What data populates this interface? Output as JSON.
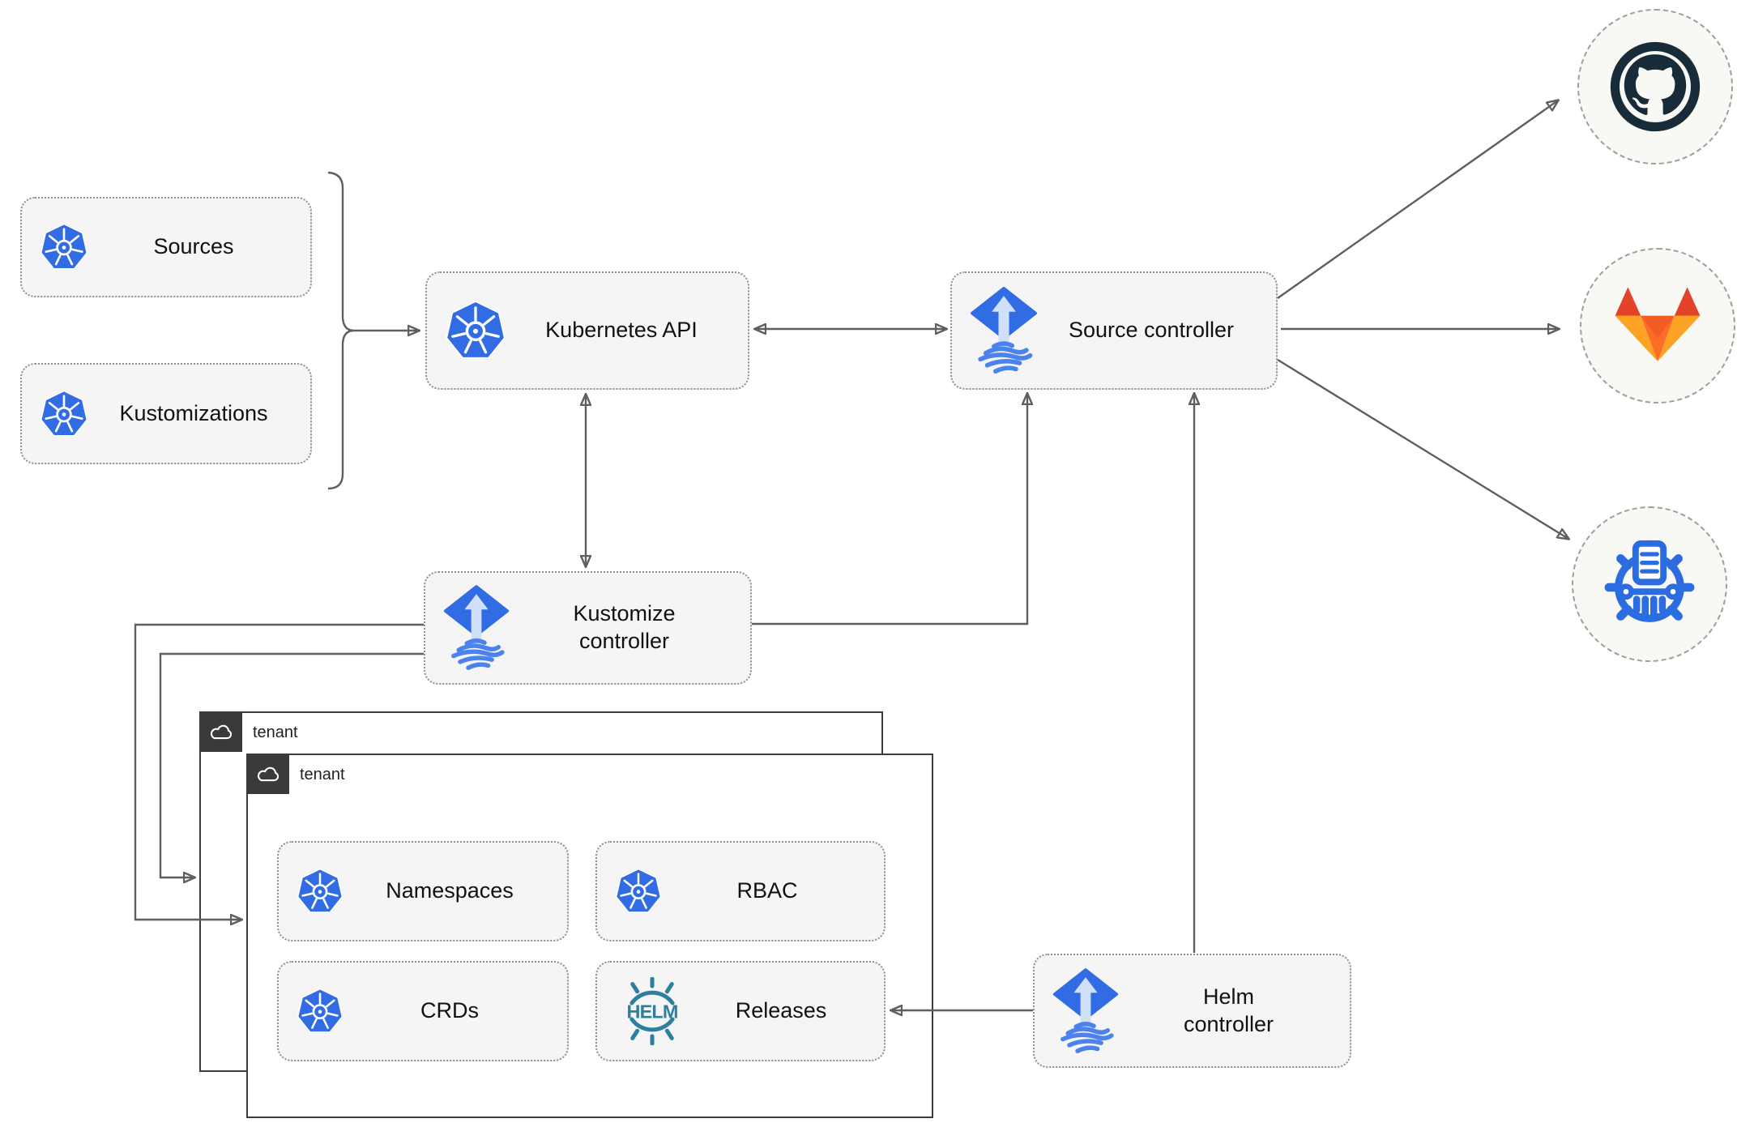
{
  "nodes": {
    "sources": {
      "label": "Sources"
    },
    "kustomizations": {
      "label": "Kustomizations"
    },
    "kubernetes_api": {
      "label": "Kubernetes API"
    },
    "source_controller": {
      "label": "Source controller"
    },
    "kustomize_controller": {
      "label": "Kustomize controller"
    },
    "helm_controller": {
      "label": "Helm controller"
    },
    "namespaces": {
      "label": "Namespaces"
    },
    "rbac": {
      "label": "RBAC"
    },
    "crds": {
      "label": "CRDs"
    },
    "releases": {
      "label": "Releases"
    }
  },
  "tenants": {
    "back": {
      "label": "tenant"
    },
    "front": {
      "label": "tenant"
    }
  },
  "logos": {
    "helm_text": "HELM"
  },
  "icons": [
    "kubernetes-icon",
    "flux-icon",
    "helm-icon",
    "cloud-icon",
    "github-icon",
    "gitlab-icon",
    "helm-repository-icon"
  ],
  "colors": {
    "kubernetes_blue": "#326ce5",
    "flux_blue": "#316ce4",
    "flux_light_arrow": "#cfe0f8",
    "helm_teal": "#2e7f9e",
    "github_dark": "#182b38",
    "gitlab_red": "#e24329",
    "gitlab_orange": "#fc6d26",
    "gitlab_light_orange": "#fca326",
    "registry_blue": "#2b6de0",
    "connector_gray": "#5f5f5f",
    "node_background": "#f5f5f5",
    "tenant_tab_dark": "#3a3a3a"
  },
  "edges": [
    {
      "from": "sources-kustomizations-group",
      "to": "kubernetes-api",
      "bidirectional": false
    },
    {
      "from": "kubernetes-api",
      "to": "source-controller",
      "bidirectional": true
    },
    {
      "from": "kubernetes-api",
      "to": "kustomize-controller",
      "bidirectional": true
    },
    {
      "from": "kustomize-controller",
      "to": "source-controller",
      "bidirectional": false
    },
    {
      "from": "kustomize-controller",
      "to": "tenant-front",
      "bidirectional": false
    },
    {
      "from": "kustomize-controller",
      "to": "tenant-back",
      "bidirectional": false
    },
    {
      "from": "helm-controller",
      "to": "source-controller",
      "bidirectional": false
    },
    {
      "from": "helm-controller",
      "to": "releases",
      "bidirectional": false
    },
    {
      "from": "source-controller",
      "to": "github",
      "bidirectional": false
    },
    {
      "from": "source-controller",
      "to": "gitlab",
      "bidirectional": false
    },
    {
      "from": "source-controller",
      "to": "helm-repository",
      "bidirectional": false
    }
  ]
}
